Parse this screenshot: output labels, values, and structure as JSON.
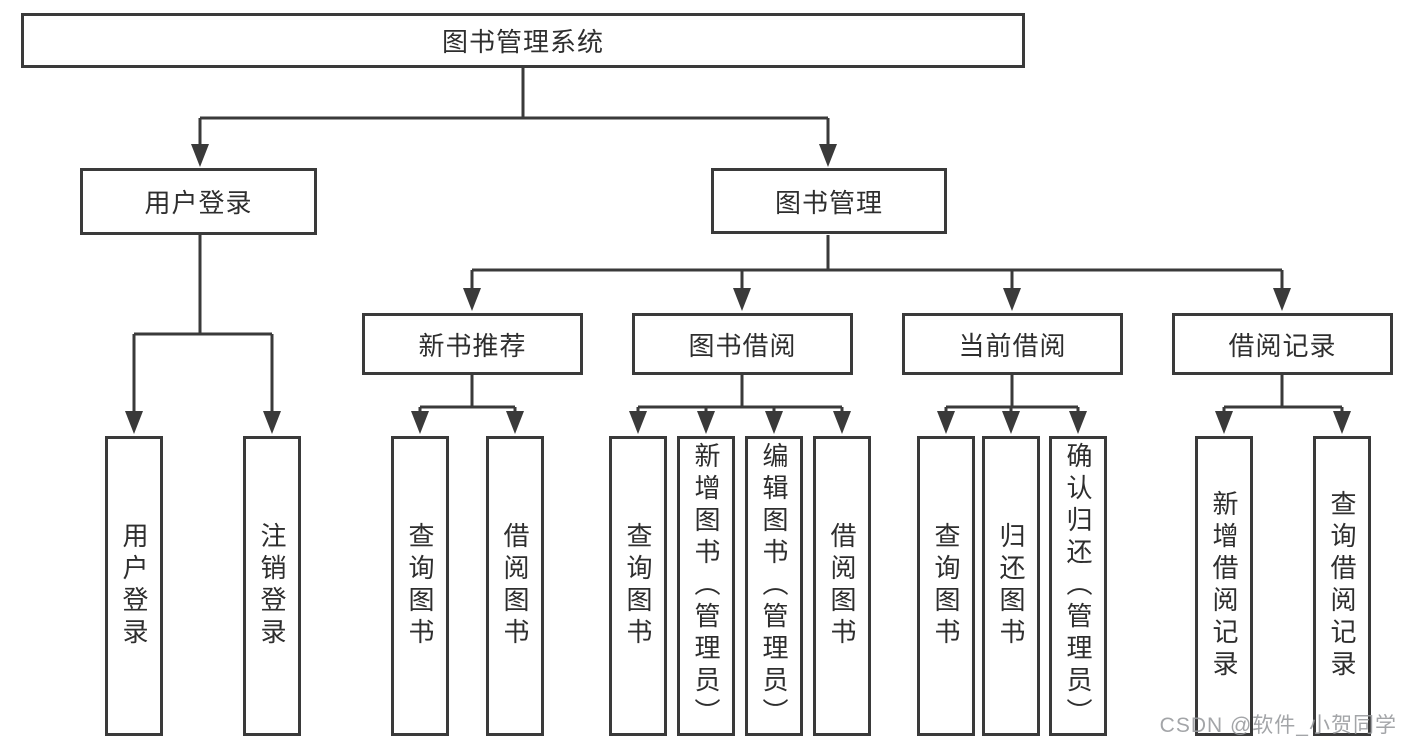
{
  "diagram": {
    "tree": {
      "root": {
        "label": "图书管理系统",
        "children": [
          {
            "label": "用户登录",
            "children": [
              {
                "label": "用户登录"
              },
              {
                "label": "注销登录"
              }
            ]
          },
          {
            "label": "图书管理",
            "children": [
              {
                "label": "新书推荐",
                "children": [
                  {
                    "label": "查询图书"
                  },
                  {
                    "label": "借阅图书"
                  }
                ]
              },
              {
                "label": "图书借阅",
                "children": [
                  {
                    "label": "查询图书"
                  },
                  {
                    "label": "新增图书（管理员）"
                  },
                  {
                    "label": "编辑图书（管理员）"
                  },
                  {
                    "label": "借阅图书"
                  }
                ]
              },
              {
                "label": "当前借阅",
                "children": [
                  {
                    "label": "查询图书"
                  },
                  {
                    "label": "归还图书"
                  },
                  {
                    "label": "确认归还（管理员）"
                  }
                ]
              },
              {
                "label": "借阅记录",
                "children": [
                  {
                    "label": "新增借阅记录"
                  },
                  {
                    "label": "查询借阅记录"
                  }
                ]
              }
            ]
          }
        ]
      }
    },
    "colors": {
      "line": "#3a3a3a",
      "text": "#2e2e2e",
      "box_fill": "#ffffff",
      "watermark": "#96989c"
    }
  },
  "watermark": "CSDN @软件_小贺同学"
}
